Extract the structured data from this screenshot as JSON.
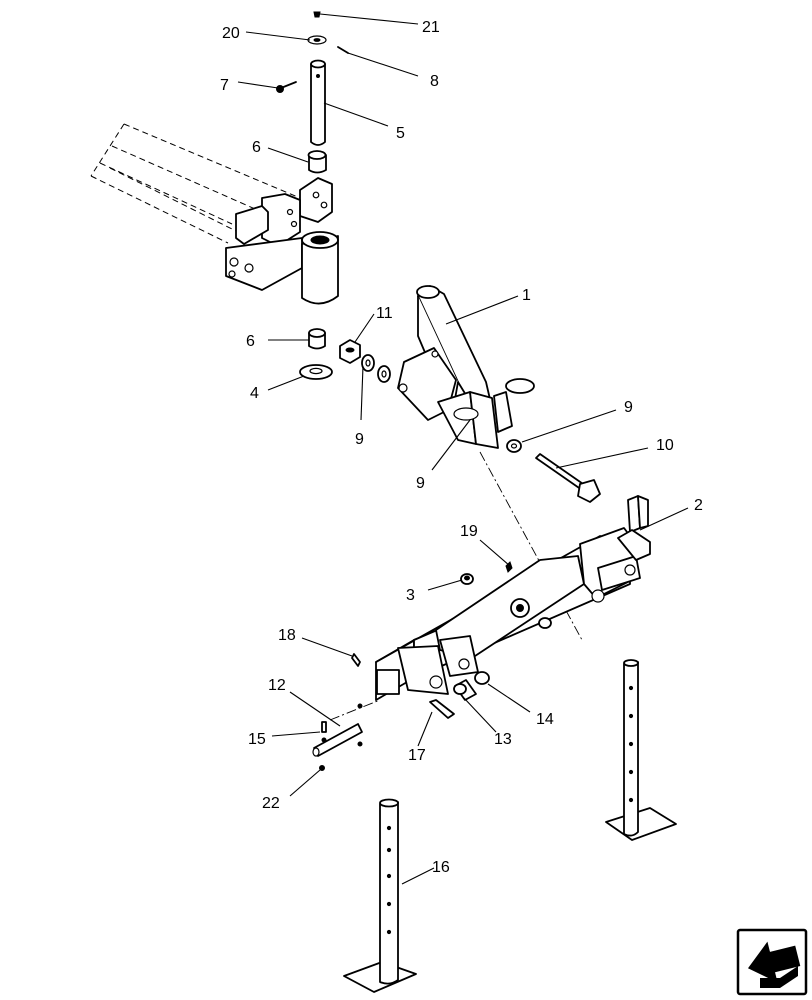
{
  "diagram": {
    "callouts": [
      {
        "id": "c21",
        "label": "21"
      },
      {
        "id": "c20",
        "label": "20"
      },
      {
        "id": "c8",
        "label": "8"
      },
      {
        "id": "c7",
        "label": "7"
      },
      {
        "id": "c5",
        "label": "5"
      },
      {
        "id": "c6a",
        "label": "6"
      },
      {
        "id": "c1",
        "label": "1"
      },
      {
        "id": "c11",
        "label": "11"
      },
      {
        "id": "c6b",
        "label": "6"
      },
      {
        "id": "c4",
        "label": "4"
      },
      {
        "id": "c9a",
        "label": "9"
      },
      {
        "id": "c9b",
        "label": "9"
      },
      {
        "id": "c9c",
        "label": "9"
      },
      {
        "id": "c10",
        "label": "10"
      },
      {
        "id": "c2",
        "label": "2"
      },
      {
        "id": "c19",
        "label": "19"
      },
      {
        "id": "c3",
        "label": "3"
      },
      {
        "id": "c18",
        "label": "18"
      },
      {
        "id": "c12",
        "label": "12"
      },
      {
        "id": "c15",
        "label": "15"
      },
      {
        "id": "c14",
        "label": "14"
      },
      {
        "id": "c13",
        "label": "13"
      },
      {
        "id": "c17",
        "label": "17"
      },
      {
        "id": "c22",
        "label": "22"
      },
      {
        "id": "c16",
        "label": "16"
      }
    ],
    "nav_icon": "next-page-arrow-icon"
  }
}
